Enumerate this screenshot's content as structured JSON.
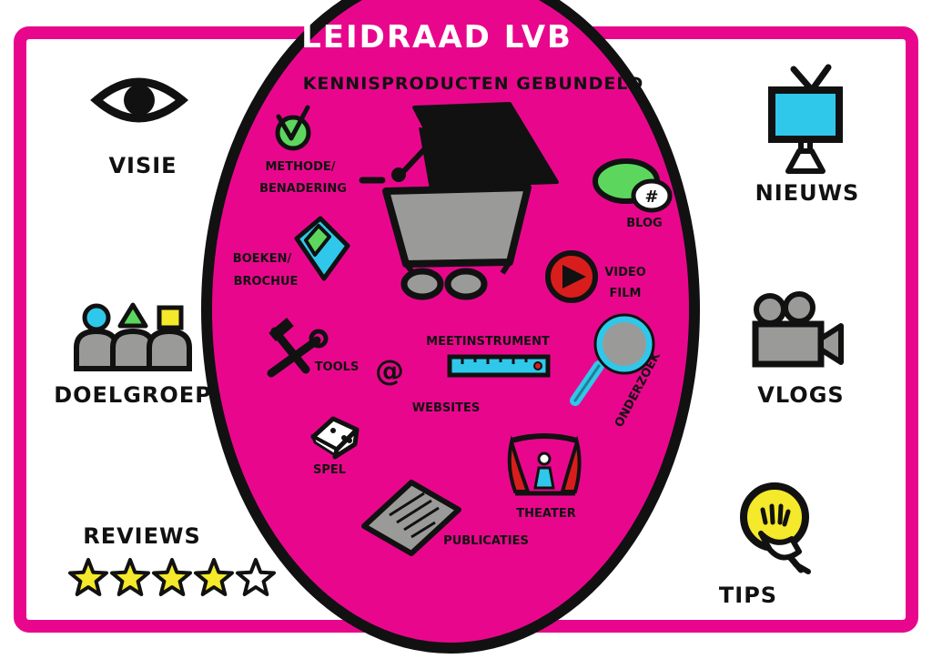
{
  "title": "LEIDRAAD LVB",
  "subtitle": "KENNISPRODUCTEN GEBUNDELD",
  "colors": {
    "pink": "#e8078c",
    "black": "#111111",
    "cyan": "#2fc8ea",
    "green": "#5dd65d",
    "yellow": "#f4e92a",
    "gray": "#9a9a98",
    "red": "#d91d1d"
  },
  "side_items": {
    "visie": "VISIE",
    "doelgroep": "DOELGROEP",
    "reviews": "REVIEWS",
    "nieuws": "NIEUWS",
    "vlogs": "VLOGS",
    "tips": "TIPS"
  },
  "reviews_rating": {
    "filled": 4,
    "total": 5
  },
  "products": {
    "methode_1": "METHODE/",
    "methode_2": "BENADERING",
    "boeken_1": "BOEKEN/",
    "boeken_2": "BROCHUE",
    "tools": "TOOLS",
    "websites": "WEBSITES",
    "at_symbol": "@",
    "meetinstrument": "MEETINSTRUMENT",
    "blog": "BLOG",
    "hashtag": "#",
    "video_1": "VIDEO",
    "video_2": "FILM",
    "onderzoek": "ONDERZOEK",
    "spel": "SPEL",
    "theater": "THEATER",
    "publicaties": "PUBLICATIES"
  },
  "icons": {
    "eye": "eye-icon",
    "group": "group-icon",
    "star": "star-icon",
    "tv": "tv-icon",
    "camera": "video-camera-icon",
    "bulb": "lightbulb-icon",
    "cart": "shopping-cart-icon",
    "grad_cap": "graduation-cap-icon"
  }
}
